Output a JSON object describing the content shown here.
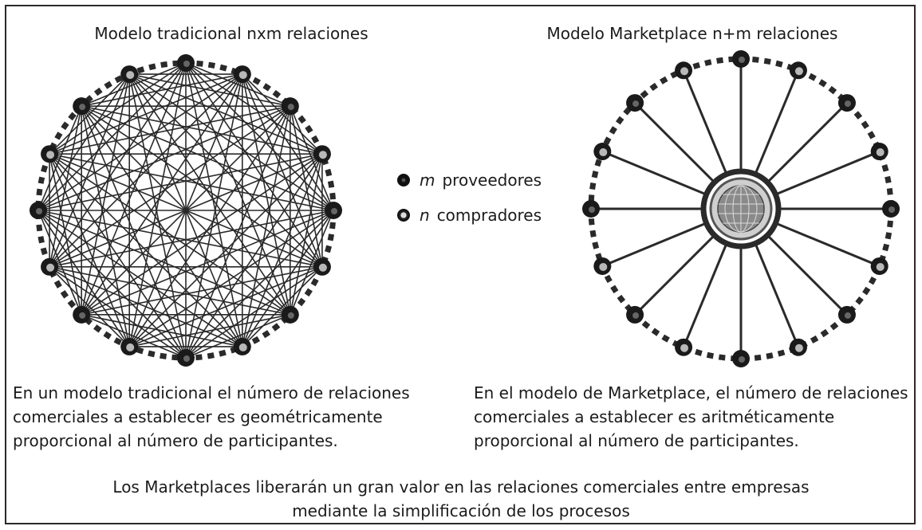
{
  "titles": {
    "left": "Modelo tradicional nxm relaciones",
    "right": "Modelo Marketplace n+m relaciones"
  },
  "legend": {
    "supplier_role": "m",
    "supplier_label": "proveedores",
    "buyer_role": "n",
    "buyer_label": "compradores"
  },
  "captions": {
    "left_lines": [
      "En un modelo tradicional el número de relaciones",
      "comerciales a establecer es geométricamente",
      "proporcional al número de participantes."
    ],
    "right_lines": [
      "En el modelo de Marketplace, el número de relaciones",
      "comerciales a establecer es aritméticamente",
      "proporcional al número de participantes."
    ]
  },
  "conclusion_lines": [
    "Los Marketplaces liberarán un gran valor en las relaciones comerciales entre empresas",
    "mediante la simplificación de los procesos"
  ],
  "colors": {
    "line": "#2a2a2a",
    "node": "#1a1a1a",
    "hub_ring": "#2a2a2a",
    "hub_globe": "#8a8a8a"
  },
  "icons": [
    "globe-icon",
    "supplier-node-icon",
    "buyer-node-icon"
  ]
}
